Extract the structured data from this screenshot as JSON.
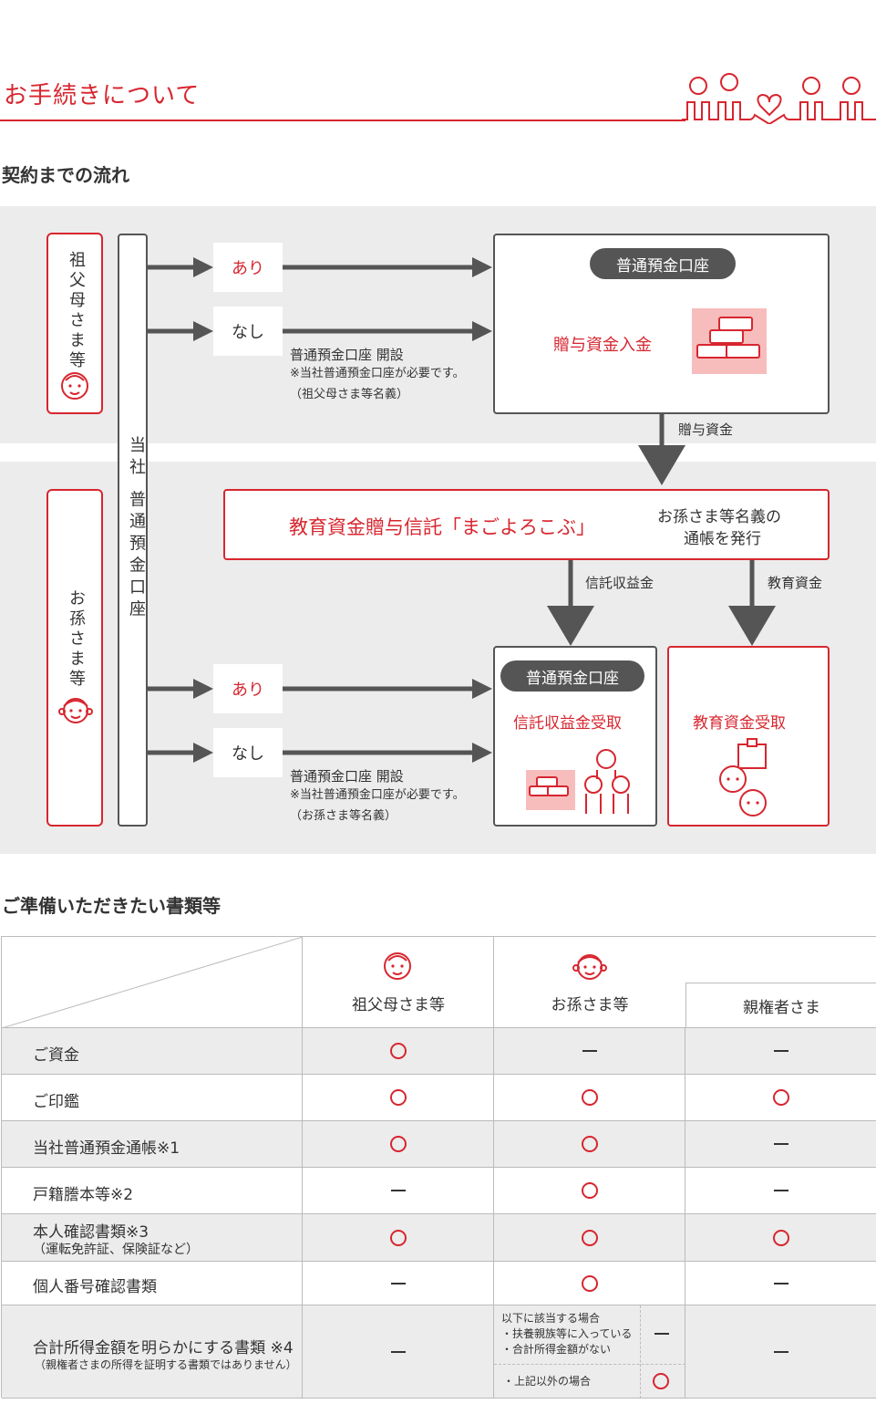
{
  "header": {
    "title": "お手続きについて"
  },
  "flow": {
    "heading": "契約までの流れ",
    "grandparent_label": "祖父母さま等",
    "grandchild_label": "お孫さま等",
    "company_label": "当社 普通預金口座",
    "option_yes": "あり",
    "option_no": "なし",
    "open_account_title": "普通預金口座 開設",
    "open_account_note": "※当社普通預金口座が必要です。",
    "grandparent_name_note": "（祖父母さま等名義）",
    "grandchild_name_note": "（お孫さま等名義）",
    "account_pill": "普通預金口座",
    "gift_deposit": "贈与資金入金",
    "gift_funds_arrow": "贈与資金",
    "trust_name": "教育資金贈与信託「まごよろこぶ」",
    "passbook_note_1": "お孫さま等名義の",
    "passbook_note_2": "通帳を発行",
    "trust_income_arrow": "信託収益金",
    "edu_funds_arrow": "教育資金",
    "trust_income_receive": "信託収益金受取",
    "edu_funds_receive": "教育資金受取"
  },
  "docs": {
    "heading": "ご準備いただきたい書類等",
    "columns": [
      "祖父母さま等",
      "お孫さま等",
      "親権者さま"
    ],
    "rows": [
      {
        "label": "ご資金",
        "sub": "",
        "vals": [
          "o",
          "-",
          "-"
        ]
      },
      {
        "label": "ご印鑑",
        "sub": "",
        "vals": [
          "o",
          "o",
          "o"
        ]
      },
      {
        "label": "当社普通預金通帳※1",
        "sub": "",
        "vals": [
          "o",
          "o",
          "-"
        ]
      },
      {
        "label": "戸籍謄本等※2",
        "sub": "",
        "vals": [
          "-",
          "o",
          "-"
        ]
      },
      {
        "label": "本人確認書類※3",
        "sub": "（運転免許証、保険証など）",
        "vals": [
          "o",
          "o",
          "o"
        ]
      },
      {
        "label": "個人番号確認書類",
        "sub": "",
        "vals": [
          "-",
          "o",
          "-"
        ]
      }
    ],
    "last_row": {
      "label": "合計所得金額を明らかにする書類 ※4",
      "sub": "（親権者さまの所得を証明する書類ではありません）",
      "case_a_1": "以下に該当する場合",
      "case_a_2": "・扶養親族等に入っている",
      "case_a_3": "・合計所得金額がない",
      "case_b": "・上記以外の場合"
    }
  },
  "colors": {
    "accent": "#d7262f",
    "gray": "#555555",
    "bg": "#ececec"
  }
}
